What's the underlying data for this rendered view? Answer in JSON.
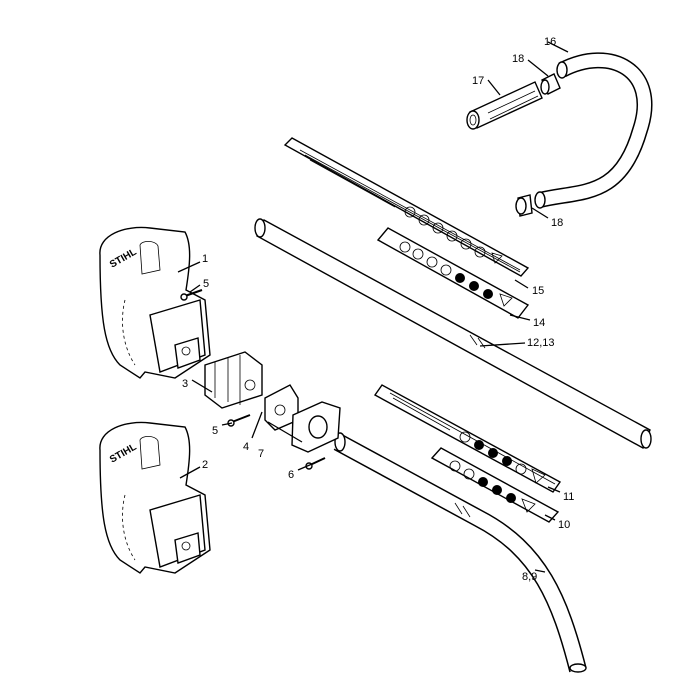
{
  "brand_logo_text": "STIHL",
  "callouts": {
    "c1": "1",
    "c2": "2",
    "c3": "3",
    "c4": "4",
    "c5a": "5",
    "c5b": "5",
    "c6": "6",
    "c7": "7",
    "c8_9": "8,9",
    "c10": "10",
    "c11": "11",
    "c12_13": "12,13",
    "c14": "14",
    "c15": "15",
    "c16": "16",
    "c17": "17",
    "c18a": "18",
    "c18b": "18"
  },
  "colors": {
    "line": "#000000",
    "background": "#ffffff"
  }
}
